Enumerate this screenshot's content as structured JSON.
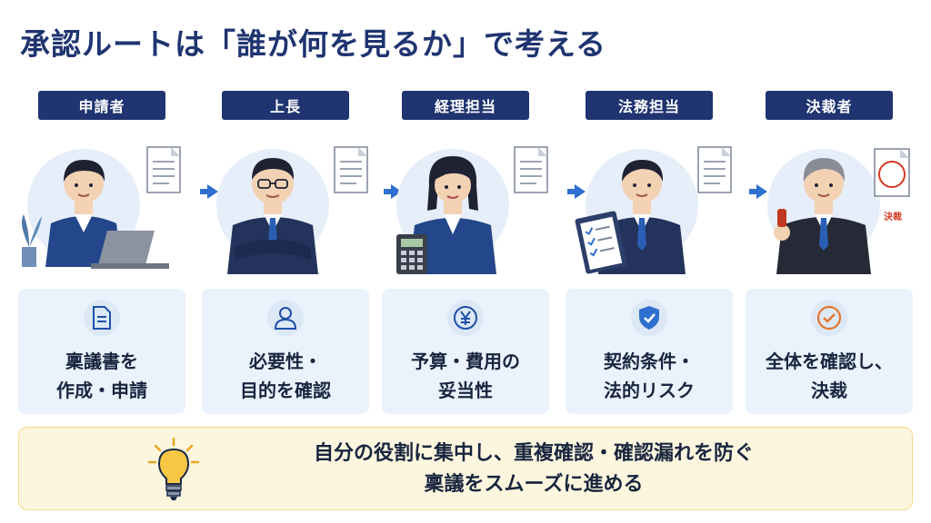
{
  "title": "承認ルートは「誰が何を見るか」で考える",
  "roles": [
    {
      "tag": "申請者",
      "desc1": "稟議書を",
      "desc2": "作成・申請",
      "icon": "document-icon"
    },
    {
      "tag": "上長",
      "desc1": "必要性・",
      "desc2": "目的を確認",
      "icon": "person-icon"
    },
    {
      "tag": "経理担当",
      "desc1": "予算・費用の",
      "desc2": "妥当性",
      "icon": "yen-icon"
    },
    {
      "tag": "法務担当",
      "desc1": "契約条件・",
      "desc2": "法的リスク",
      "icon": "shield-check-icon"
    },
    {
      "tag": "決裁者",
      "desc1": "全体を確認し、",
      "desc2": "決裁",
      "icon": "check-circle-icon"
    }
  ],
  "stamp_text": "決裁",
  "banner": {
    "line1": "自分の役割に集中し、重複確認・確認漏れを防ぐ",
    "line2": "稟議をスムーズに進める"
  },
  "colors": {
    "navy": "#1f3470",
    "accent": "#2f6fd0",
    "card": "#eaf2fb",
    "banner": "#fdf6de"
  }
}
